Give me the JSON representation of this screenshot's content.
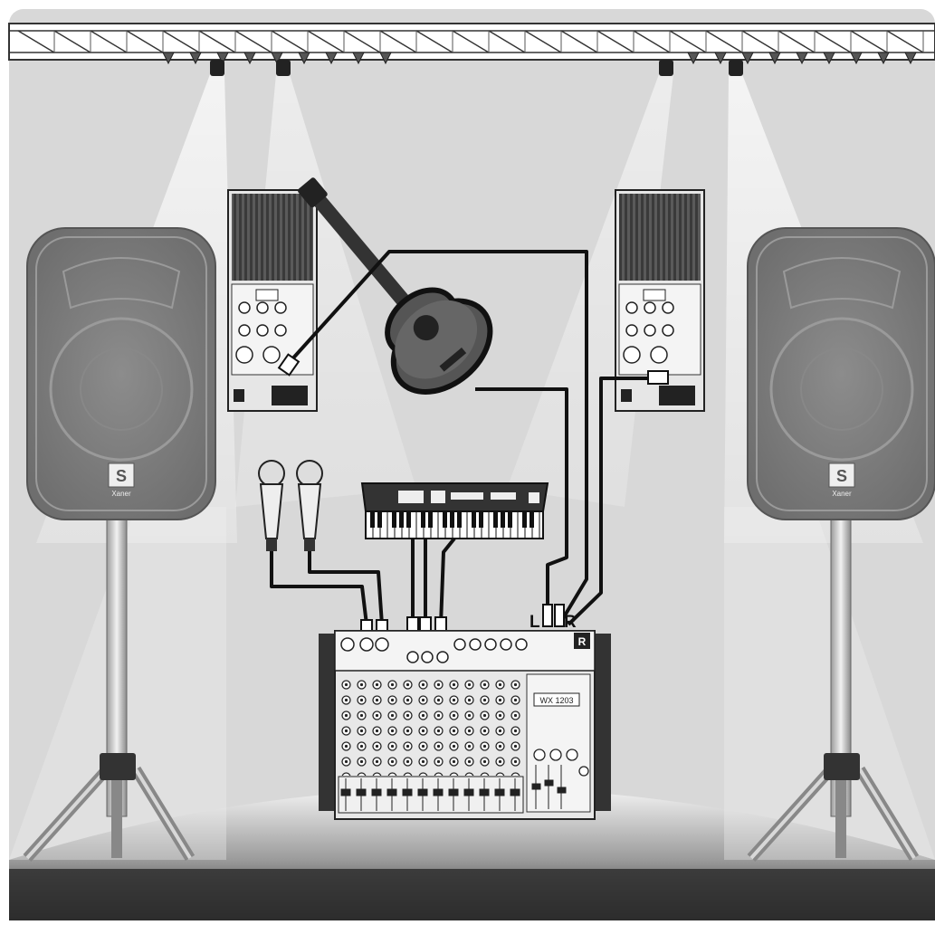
{
  "scene": {
    "channel_labels": {
      "left": "L",
      "right": "R"
    },
    "mixer": {
      "model": "WX 1203",
      "brand_badge": "R"
    },
    "speakers": {
      "brand_badge": "S",
      "brand_text": "Xaner"
    },
    "colors": {
      "background_top": "#d9d9d9",
      "floor_dark": "#2b2b2b",
      "light_beam": "#f2f2f2",
      "equipment_gray": "#8a8a8a",
      "cable": "#111111"
    }
  }
}
